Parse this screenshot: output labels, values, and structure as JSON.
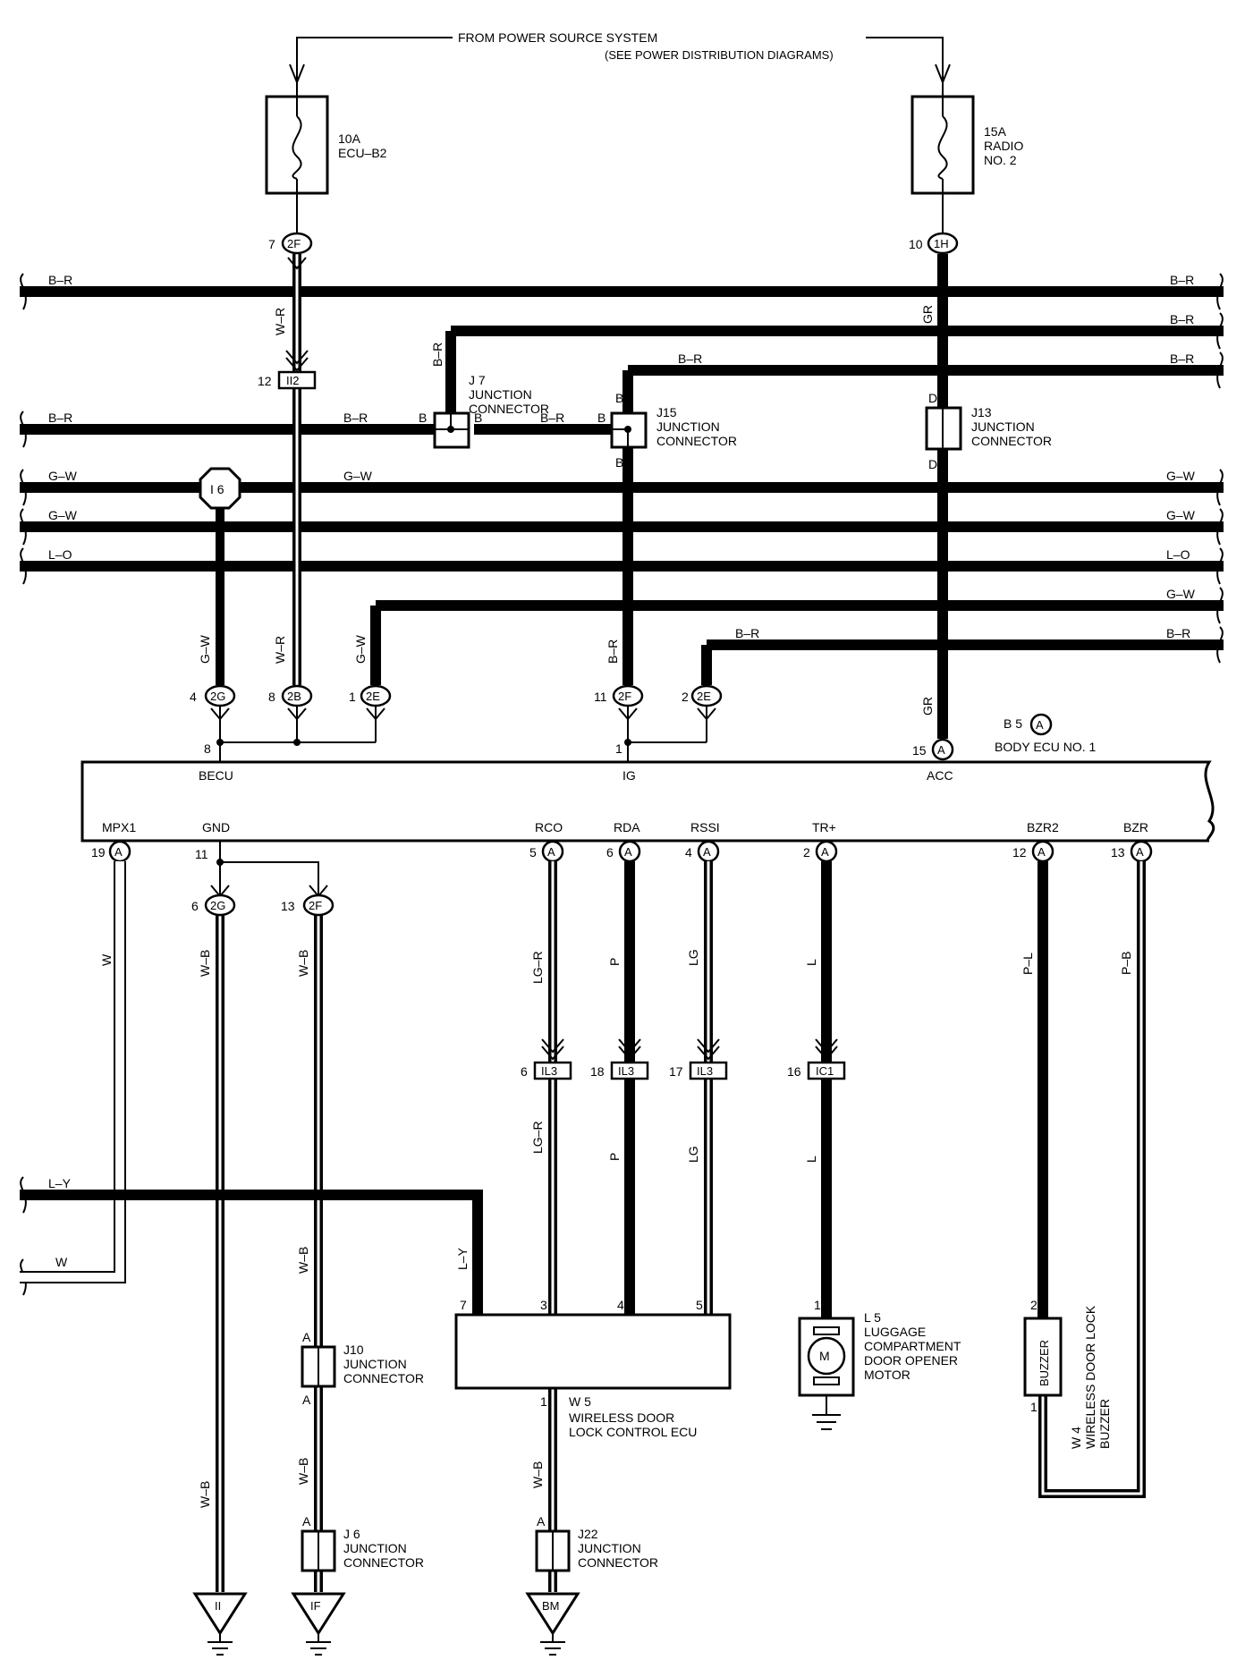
{
  "source": {
    "line1": "FROM POWER SOURCE SYSTEM",
    "line2": "(SEE POWER DISTRIBUTION DIAGRAMS)"
  },
  "fuses": [
    {
      "amp": "10A",
      "name1": "ECU–B2",
      "name2": ""
    },
    {
      "amp": "15A",
      "name1": "RADIO",
      "name2": "NO. 2"
    }
  ],
  "connectors": {
    "c2F_top": {
      "pin": "7",
      "code": "2F"
    },
    "c1H": {
      "pin": "10",
      "code": "1H"
    },
    "ii2": {
      "pin": "12",
      "code": "II2"
    },
    "i6": {
      "code": "I 6"
    },
    "c2G_a": {
      "pin": "4",
      "code": "2G"
    },
    "c2B": {
      "pin": "8",
      "code": "2B"
    },
    "c2E_a": {
      "pin": "1",
      "code": "2E"
    },
    "c2F_mid": {
      "pin": "11",
      "code": "2F"
    },
    "c2E_b": {
      "pin": "2",
      "code": "2E"
    },
    "acc_pin": {
      "pin": "15",
      "code": "A"
    },
    "b5": {
      "label": "B 5",
      "code": "A"
    },
    "c2G_b": {
      "pin": "6",
      "code": "2G"
    },
    "c2F_low": {
      "pin": "13",
      "code": "2F"
    },
    "il3_a": {
      "pin": "6",
      "code": "IL3"
    },
    "il3_b": {
      "pin": "18",
      "code": "IL3"
    },
    "il3_c": {
      "pin": "17",
      "code": "IL3"
    },
    "ic1": {
      "pin": "16",
      "code": "IC1"
    }
  },
  "junctions": {
    "j7": {
      "label1": "J 7",
      "label2": "JUNCTION",
      "label3": "CONNECTOR",
      "pin": "B"
    },
    "j15": {
      "label1": "J15",
      "label2": "JUNCTION",
      "label3": "CONNECTOR",
      "pin": "B"
    },
    "j13": {
      "label1": "J13",
      "label2": "JUNCTION",
      "label3": "CONNECTOR",
      "pin": "D"
    },
    "j10": {
      "label1": "J10",
      "label2": "JUNCTION",
      "label3": "CONNECTOR",
      "pin": "A"
    },
    "j6": {
      "label1": "J 6",
      "label2": "JUNCTION",
      "label3": "CONNECTOR",
      "pin": "A"
    },
    "j22": {
      "label1": "J22",
      "label2": "JUNCTION",
      "label3": "CONNECTOR",
      "pin": "A"
    }
  },
  "ecu": {
    "name": "BODY ECU NO. 1",
    "top_pins": {
      "becu": "BECU",
      "becu_pin": "8",
      "ig": "IG",
      "ig_pin": "1",
      "acc": "ACC"
    },
    "bottom_pins": [
      {
        "label": "MPX1",
        "pin": "19",
        "code": "A"
      },
      {
        "label": "GND",
        "pin": "11",
        "code": ""
      },
      {
        "label": "RCO",
        "pin": "5",
        "code": "A"
      },
      {
        "label": "RDA",
        "pin": "6",
        "code": "A"
      },
      {
        "label": "RSSI",
        "pin": "4",
        "code": "A"
      },
      {
        "label": "TR+",
        "pin": "2",
        "code": "A"
      },
      {
        "label": "BZR2",
        "pin": "12",
        "code": "A"
      },
      {
        "label": "BZR",
        "pin": "13",
        "code": "A"
      }
    ]
  },
  "wires": {
    "br": "B–R",
    "gw": "G–W",
    "lo": "L–O",
    "ly": "L–Y",
    "w": "W",
    "wr": "W–R",
    "gr": "GR",
    "wb": "W–B",
    "lgr": "LG–R",
    "p": "P",
    "lg": "LG",
    "l": "L",
    "pl": "P–L",
    "pb": "P–B"
  },
  "w5": {
    "code": "W 5",
    "name1": "WIRELESS DOOR",
    "name2": "LOCK CONTROL ECU",
    "pins": [
      "7",
      "3",
      "4",
      "5",
      "1"
    ]
  },
  "l5": {
    "code": "L 5",
    "name1": "LUGGAGE",
    "name2": "COMPARTMENT",
    "name3": "DOOR OPENER",
    "name4": "MOTOR",
    "pin": "1",
    "motor": "M"
  },
  "w4": {
    "code": "W 4",
    "name1": "WIRELESS DOOR LOCK",
    "name2": "BUZZER",
    "body": "BUZZER",
    "pin_top": "2",
    "pin_bottom": "1"
  },
  "grounds": [
    "II",
    "IF",
    "BM"
  ]
}
